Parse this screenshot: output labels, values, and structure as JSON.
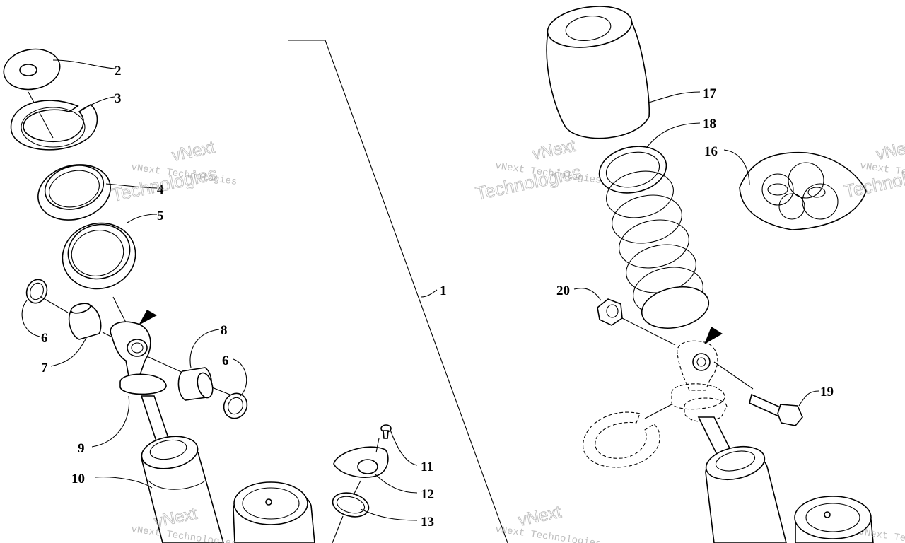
{
  "callouts": {
    "c1": "1",
    "c2": "2",
    "c3": "3",
    "c4": "4",
    "c5": "5",
    "c6a": "6",
    "c6b": "6",
    "c7": "7",
    "c8": "8",
    "c9": "9",
    "c10": "10",
    "c11": "11",
    "c12": "12",
    "c13": "13",
    "c16": "16",
    "c17": "17",
    "c18": "18",
    "c19": "19",
    "c20": "20"
  },
  "watermark": {
    "line_small": "vNext Technologies",
    "word1": "vNext",
    "word2": "Technologies"
  }
}
